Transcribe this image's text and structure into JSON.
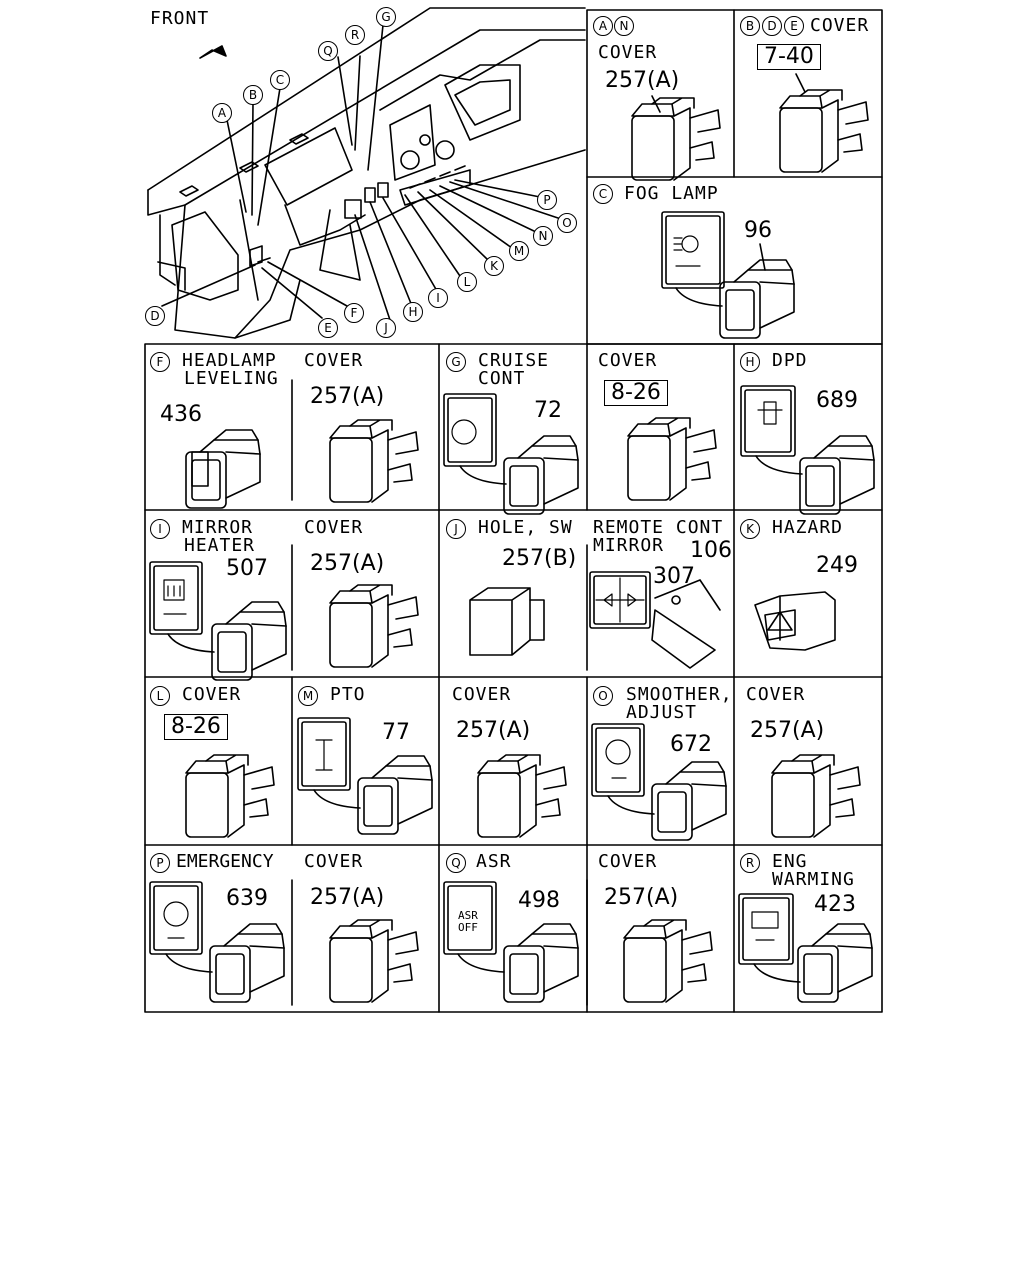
{
  "front_label": "FRONT",
  "callouts": [
    "A",
    "B",
    "C",
    "D",
    "E",
    "F",
    "G",
    "H",
    "I",
    "J",
    "K",
    "L",
    "M",
    "N",
    "O",
    "P",
    "Q",
    "R"
  ],
  "panels": {
    "AN": {
      "tags": [
        "A",
        "N"
      ],
      "title": "COVER",
      "part": "257(A)"
    },
    "BDE": {
      "tags": [
        "B",
        "D",
        "E"
      ],
      "title": "COVER",
      "ref": "7-40"
    },
    "C": {
      "tag": "C",
      "title": "FOG LAMP",
      "part": "96"
    },
    "F": {
      "tag": "F",
      "title_l1": "HEADLAMP",
      "title_l2": "LEVELING",
      "part": "436",
      "cover_title": "COVER",
      "cover_part": "257(A)"
    },
    "G": {
      "tag": "G",
      "title_l1": "CRUISE",
      "title_l2": "CONT",
      "part": "72",
      "cover_title": "COVER",
      "cover_ref": "8-26"
    },
    "H": {
      "tag": "H",
      "title": "DPD",
      "part": "689"
    },
    "I": {
      "tag": "I",
      "title_l1": "MIRROR",
      "title_l2": "HEATER",
      "part": "507",
      "cover_title": "COVER",
      "cover_part": "257(A)"
    },
    "J": {
      "tag": "J",
      "title": "HOLE, SW",
      "part": "257(B)"
    },
    "RM": {
      "title_l1": "REMOTE CONT",
      "title_l2": "MIRROR",
      "part1": "106",
      "part2": "307"
    },
    "K": {
      "tag": "K",
      "title": "HAZARD",
      "part": "249"
    },
    "L": {
      "tag": "L",
      "title": "COVER",
      "ref": "8-26"
    },
    "M": {
      "tag": "M",
      "title": "PTO",
      "part": "77",
      "cover_title": "COVER",
      "cover_part": "257(A)"
    },
    "O": {
      "tag": "O",
      "title_l1": "SMOOTHER,",
      "title_l2": "ADJUST",
      "part": "672",
      "cover_title": "COVER",
      "cover_part": "257(A)"
    },
    "P": {
      "tag": "P",
      "title": "EMERGENCY",
      "part": "639",
      "cover_title": "COVER",
      "cover_part": "257(A)"
    },
    "Q": {
      "tag": "Q",
      "title": "ASR",
      "part": "498",
      "cover_title": "COVER",
      "cover_part": "257(A)",
      "icon_text_l1": "ASR",
      "icon_text_l2": "OFF"
    },
    "R": {
      "tag": "R",
      "title_l1": "ENG",
      "title_l2": "WARMING",
      "part": "423"
    }
  }
}
